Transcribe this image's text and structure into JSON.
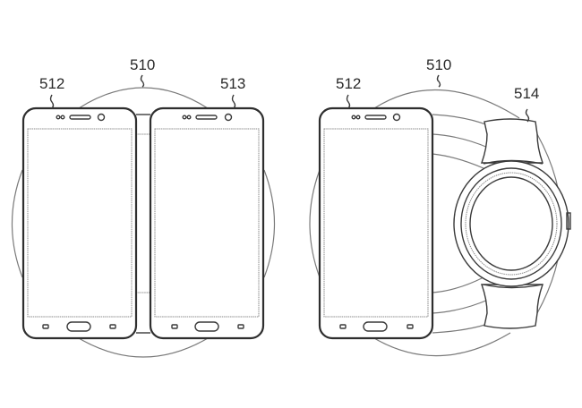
{
  "figure": {
    "description": "Patent drawing: wireless charging pad with two devices placed on it",
    "left_panel": {
      "pad_label": "510",
      "device_left_label": "512",
      "device_right_label": "513",
      "device_left_type": "smartphone",
      "device_right_type": "smartphone"
    },
    "right_panel": {
      "pad_label": "510",
      "device_left_label": "512",
      "device_right_label": "514",
      "device_left_type": "smartphone",
      "device_right_type": "smartwatch"
    }
  },
  "colors": {
    "line": "#3a3a3a",
    "background": "#ffffff"
  }
}
